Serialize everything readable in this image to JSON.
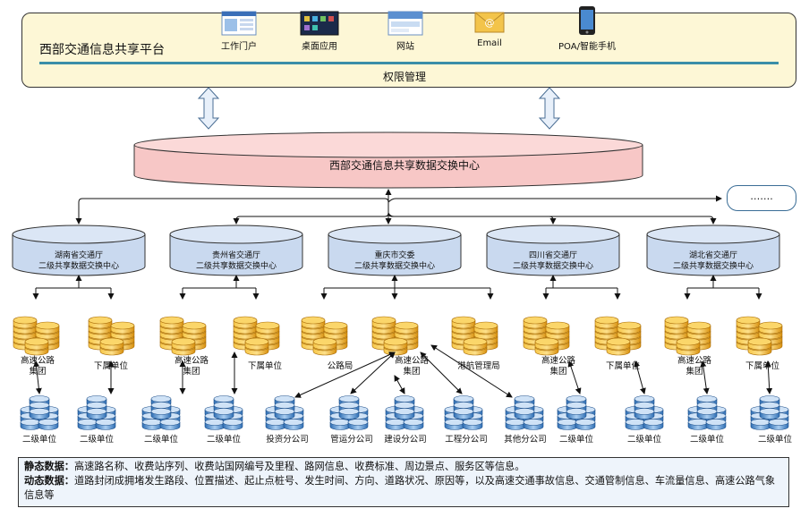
{
  "platform": {
    "title": "西部交通信息共享平台",
    "permission": "权限管理",
    "apps": [
      {
        "label": "工作门户",
        "icon": "portal-screenshot-icon"
      },
      {
        "label": "桌面应用",
        "icon": "desktop-app-icon"
      },
      {
        "label": "网站",
        "icon": "website-icon"
      },
      {
        "label": "Email",
        "icon": "email-envelope-icon"
      },
      {
        "label": "POA/智能手机",
        "icon": "smartphone-icon"
      }
    ]
  },
  "center": {
    "label": "西部交通信息共享数据交换中心"
  },
  "more": {
    "label": "……."
  },
  "provinces": [
    {
      "line1": "湖南省交通厅",
      "line2": "二级共享数据交换中心"
    },
    {
      "line1": "贵州省交通厅",
      "line2": "二级共享数据交换中心"
    },
    {
      "line1": "重庆市交委",
      "line2": "二级共享数据交换中心"
    },
    {
      "line1": "四川省交通厅",
      "line2": "二级共享数据交换中心"
    },
    {
      "line1": "湖北省交通厅",
      "line2": "二级共享数据交换中心"
    }
  ],
  "groups": [
    {
      "label": "高速公路\n集团"
    },
    {
      "label": "下属单位"
    },
    {
      "label": "高速公路\n集团"
    },
    {
      "label": "下属单位"
    },
    {
      "label": "公路局"
    },
    {
      "label": "高速公路\n集团"
    },
    {
      "label": "港航管理局"
    },
    {
      "label": "高速公路\n集团"
    },
    {
      "label": "下属单位"
    },
    {
      "label": "高速公路\n集团"
    },
    {
      "label": "下属单位"
    }
  ],
  "units": [
    {
      "label": "二级单位"
    },
    {
      "label": "二级单位"
    },
    {
      "label": "二级单位"
    },
    {
      "label": "二级单位"
    },
    {
      "label": "投资分公司"
    },
    {
      "label": "管运分公司"
    },
    {
      "label": "建设分公司"
    },
    {
      "label": "工程分公司"
    },
    {
      "label": "其他分公司"
    },
    {
      "label": "二级单位"
    },
    {
      "label": "二级单位"
    },
    {
      "label": "二级单位"
    },
    {
      "label": "二级单位"
    }
  ],
  "notes": {
    "static_label": "静态数据：",
    "static_text": "高速路名称、收费站序列、收费站国网编号及里程、路网信息、收费标准、周边景点、服务区等信息。",
    "dynamic_label": "动态数据：",
    "dynamic_text": "道路封闭成拥堵发生路段、位置描述、起止点桩号、发生时间、方向、道路状况、原因等，以及高速交通事故信息、交通管制信息、车流量信息、高速公路气象信息等"
  },
  "colors": {
    "center_fill": "#f7c7c6",
    "province_fill": "#c9d9ef",
    "platform_fill": "#fdf7d6",
    "accent_line": "#3a8ea8",
    "gold": "#f0a818",
    "server_blue": "#2f6fb5"
  }
}
